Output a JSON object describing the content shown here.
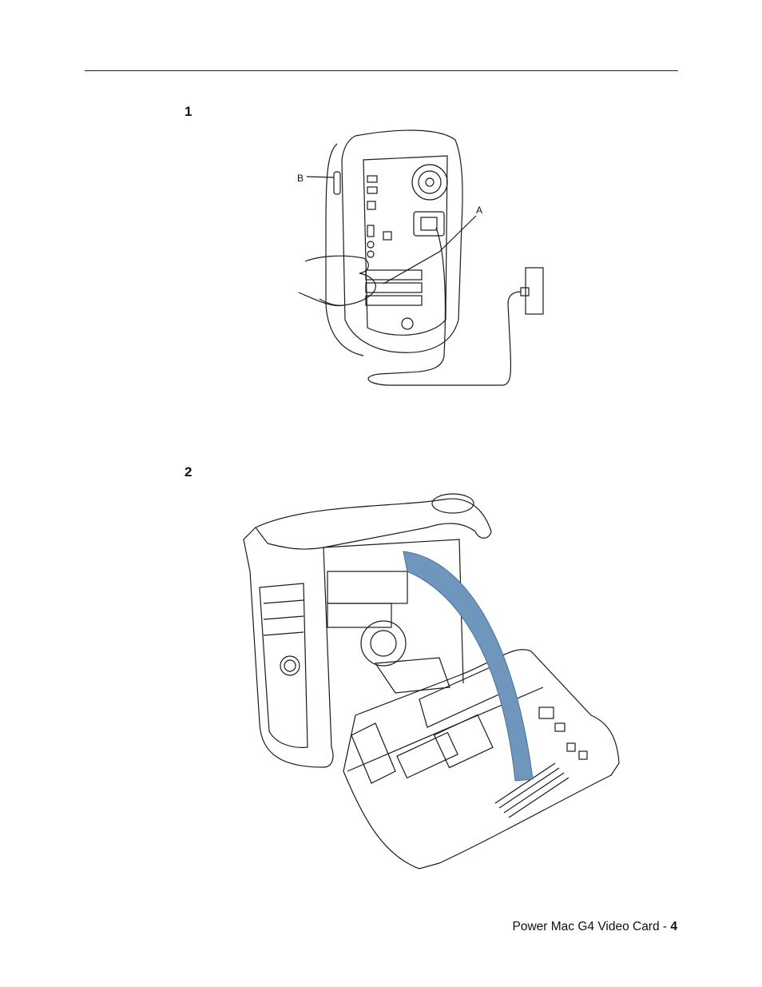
{
  "steps": [
    {
      "number": "1"
    },
    {
      "number": "2"
    }
  ],
  "figure1": {
    "callout_a": "A",
    "callout_b": "B"
  },
  "footer": {
    "title": "Power Mac G4 Video Card - ",
    "page": "4"
  },
  "colors": {
    "arrow": "#6f97bd",
    "line": "#1a1a1a"
  }
}
